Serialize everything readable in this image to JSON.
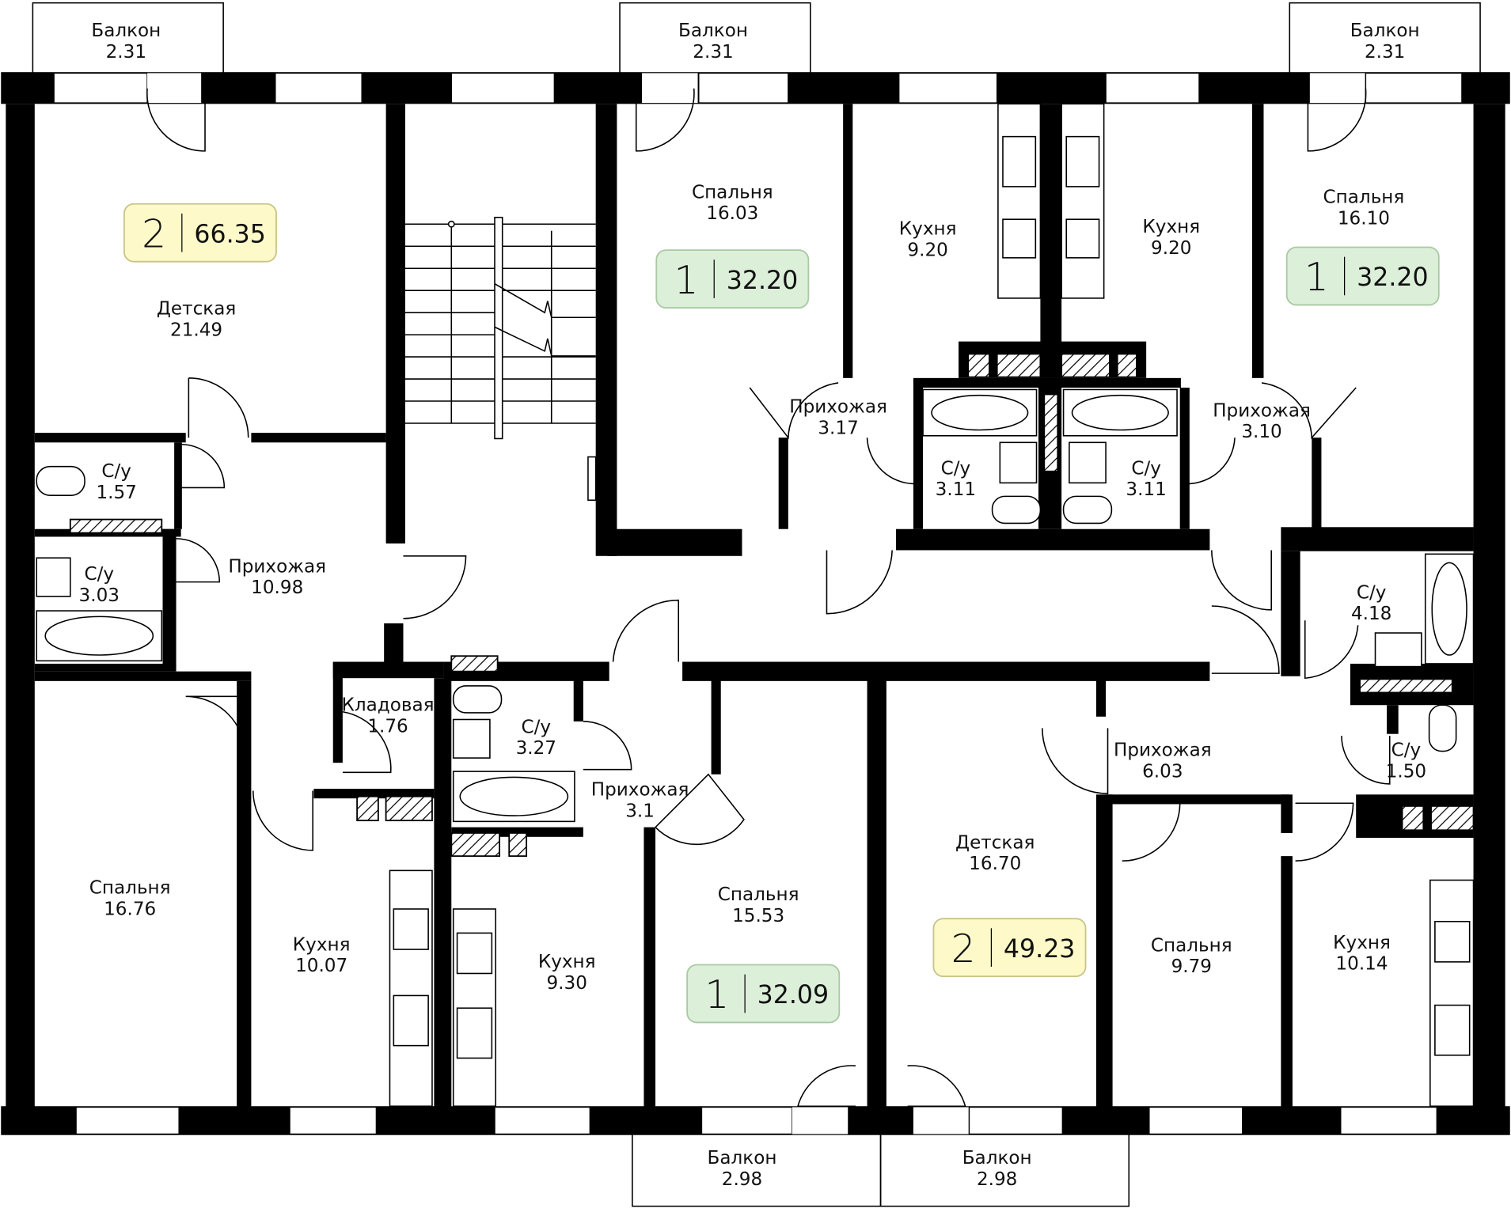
{
  "plan": {
    "rooms": [
      {
        "name": "Балкон",
        "area": "2.31"
      },
      {
        "name": "Балкон",
        "area": "2.31"
      },
      {
        "name": "Балкон",
        "area": "2.31"
      },
      {
        "name": "Детская",
        "area": "21.49"
      },
      {
        "name": "Спальня",
        "area": "16.03"
      },
      {
        "name": "Кухня",
        "area": "9.20"
      },
      {
        "name": "Кухня",
        "area": "9.20"
      },
      {
        "name": "Спальня",
        "area": "16.10"
      },
      {
        "name": "Прихожая",
        "area": "3.17"
      },
      {
        "name": "Прихожая",
        "area": "3.10"
      },
      {
        "name": "С/у",
        "area": "1.57"
      },
      {
        "name": "С/у",
        "area": "3.11"
      },
      {
        "name": "С/у",
        "area": "3.11"
      },
      {
        "name": "С/у",
        "area": "3.03"
      },
      {
        "name": "Прихожая",
        "area": "10.98"
      },
      {
        "name": "С/у",
        "area": "4.18"
      },
      {
        "name": "Кладовая",
        "area": "1.76"
      },
      {
        "name": "С/у",
        "area": "3.27"
      },
      {
        "name": "Прихожая",
        "area": "6.03"
      },
      {
        "name": "С/у",
        "area": "1.50"
      },
      {
        "name": "Прихожая",
        "area": "3.1"
      },
      {
        "name": "Детская",
        "area": "16.70"
      },
      {
        "name": "Спальня",
        "area": "16.76"
      },
      {
        "name": "Спальня",
        "area": "15.53"
      },
      {
        "name": "Кухня",
        "area": "10.07"
      },
      {
        "name": "Кухня",
        "area": "9.30"
      },
      {
        "name": "Спальня",
        "area": "9.79"
      },
      {
        "name": "Кухня",
        "area": "10.14"
      },
      {
        "name": "Балкон",
        "area": "2.98"
      },
      {
        "name": "Балкон",
        "area": "2.98"
      }
    ],
    "apartments": [
      {
        "rooms": "2",
        "area": "66.35",
        "color": "#fdf9c9",
        "border": "#c9c48a"
      },
      {
        "rooms": "1",
        "area": "32.20",
        "color": "#dcefd9",
        "border": "#a9c9a3"
      },
      {
        "rooms": "1",
        "area": "32.20",
        "color": "#dcefd9",
        "border": "#a9c9a3"
      },
      {
        "rooms": "1",
        "area": "32.09",
        "color": "#dcefd9",
        "border": "#a9c9a3"
      },
      {
        "rooms": "2",
        "area": "49.23",
        "color": "#fdf9c9",
        "border": "#c9c48a"
      }
    ]
  }
}
